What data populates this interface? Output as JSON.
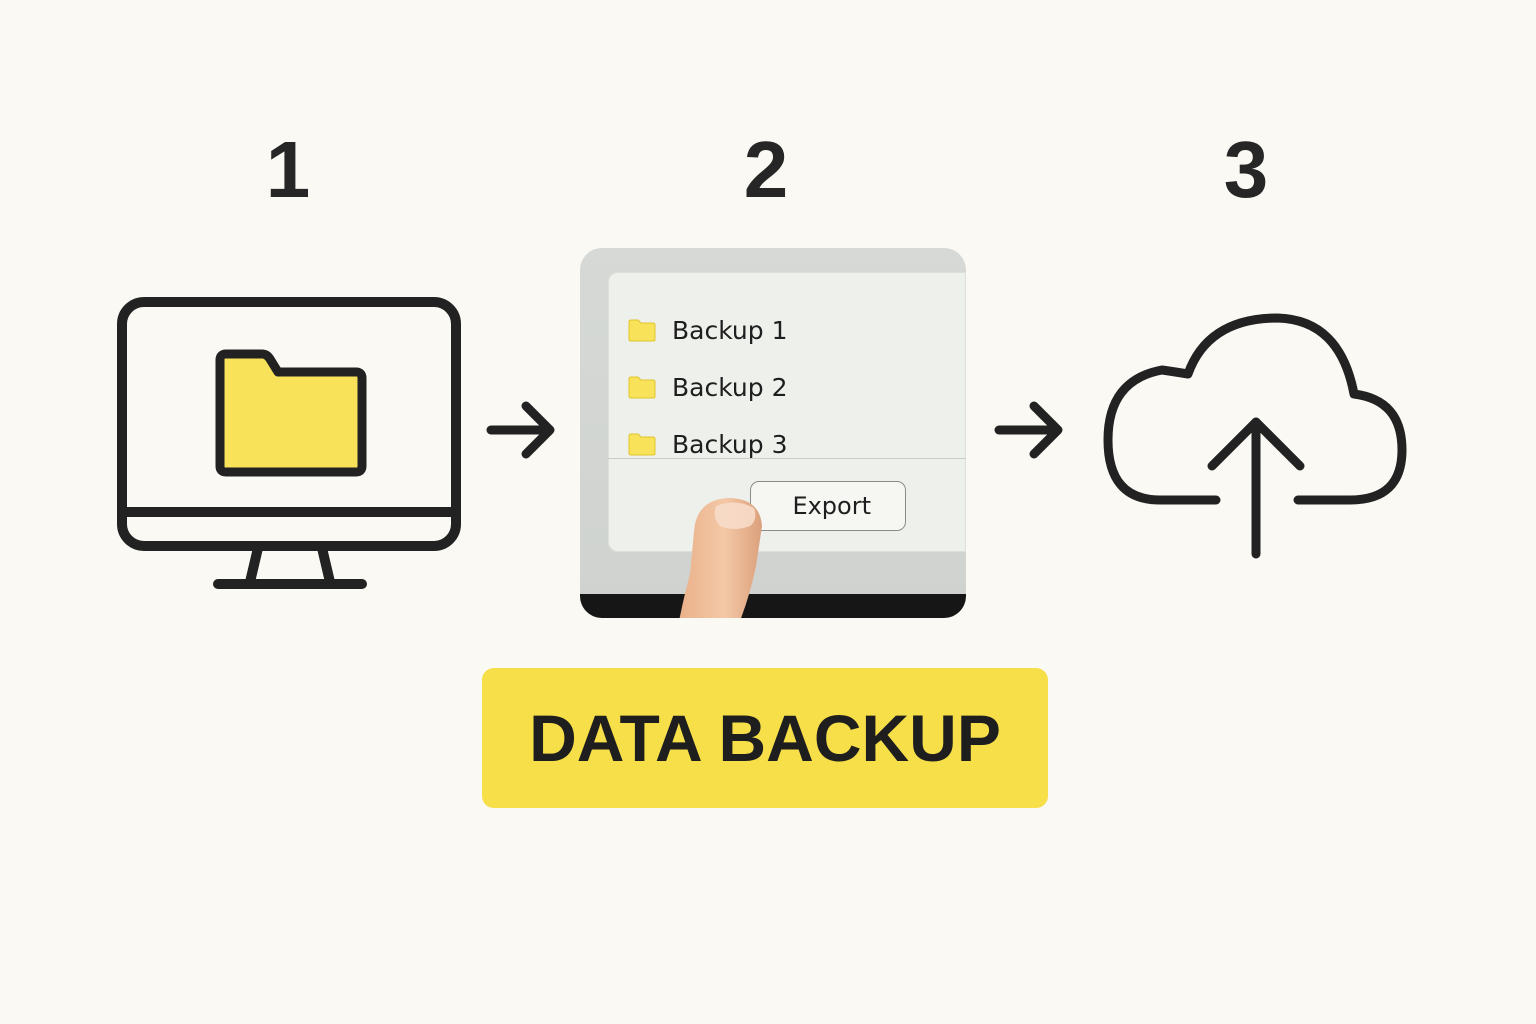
{
  "steps": [
    {
      "number": "1",
      "icon": "computer-folder-icon"
    },
    {
      "number": "2",
      "icon": "backup-window"
    },
    {
      "number": "3",
      "icon": "cloud-upload-icon"
    }
  ],
  "window": {
    "items": [
      {
        "label": "Backup 1",
        "icon": "folder-icon"
      },
      {
        "label": "Backup 2",
        "icon": "folder-icon"
      },
      {
        "label": "Backup 3",
        "icon": "folder-icon"
      }
    ],
    "export_label": "Export"
  },
  "title": "DATA BACKUP",
  "colors": {
    "background": "#faf9f4",
    "accent_yellow": "#f6df48",
    "folder_yellow": "#f7e25a",
    "stroke": "#222222"
  }
}
